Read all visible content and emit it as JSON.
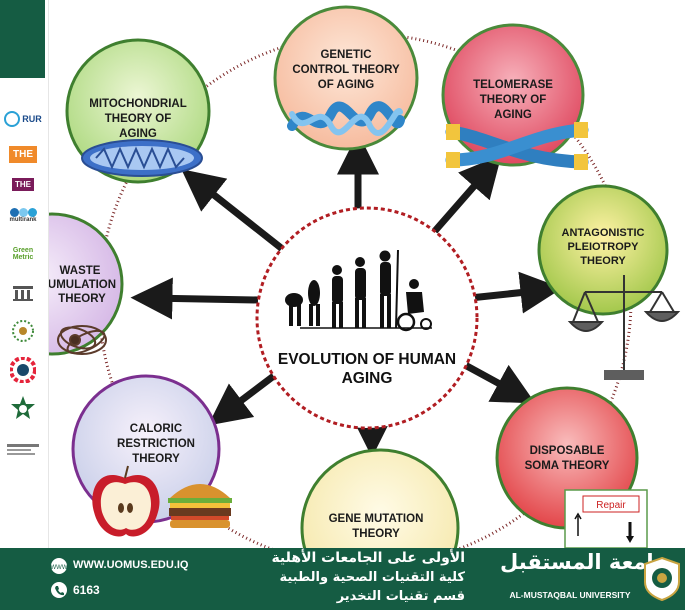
{
  "diagram": {
    "center": {
      "title_line1": "EVOLUTION OF HUMAN",
      "title_line2": "AGING"
    },
    "theories": {
      "genetic": [
        "GENETIC",
        "CONTROL THEORY",
        "OF AGING"
      ],
      "telomerase": [
        "TELOMERASE",
        "THEORY OF",
        "AGING"
      ],
      "mitochondrial": [
        "MITOCHONDRIAL",
        "THEORY OF",
        "AGING"
      ],
      "antagonistic": [
        "ANTAGONISTIC",
        "PLEIOTROPY",
        "THEORY"
      ],
      "waste": [
        "WASTE",
        "UMULATION",
        "THEORY"
      ],
      "caloric": [
        "CALORIC",
        "RESTRICTION",
        "THEORY"
      ],
      "disposable": [
        "DISPOSABLE",
        "SOMA THEORY"
      ],
      "gene_mutation": [
        "GENE MUTATION",
        "THEORY"
      ]
    },
    "repair_label": "Repair"
  },
  "sidebar": {
    "logos": [
      "RUR",
      "THE",
      "THE",
      "multirank",
      "Green",
      "Metric"
    ]
  },
  "footer": {
    "website": "WWW.UOMUS.EDU.IQ",
    "phone": "6163",
    "arabic_line1": "الأولى على الجامعات الأهلية",
    "arabic_line2": "كلية التقنيات الصحية والطبية",
    "arabic_line3": "قسم تقنيات التخدير",
    "univ_arabic": "جامعة المستقبل",
    "univ_english": "AL-MUSTAQBAL UNIVERSITY"
  },
  "colors": {
    "footer_green": "#155c43",
    "ring_dots": "#8d2a2a"
  }
}
